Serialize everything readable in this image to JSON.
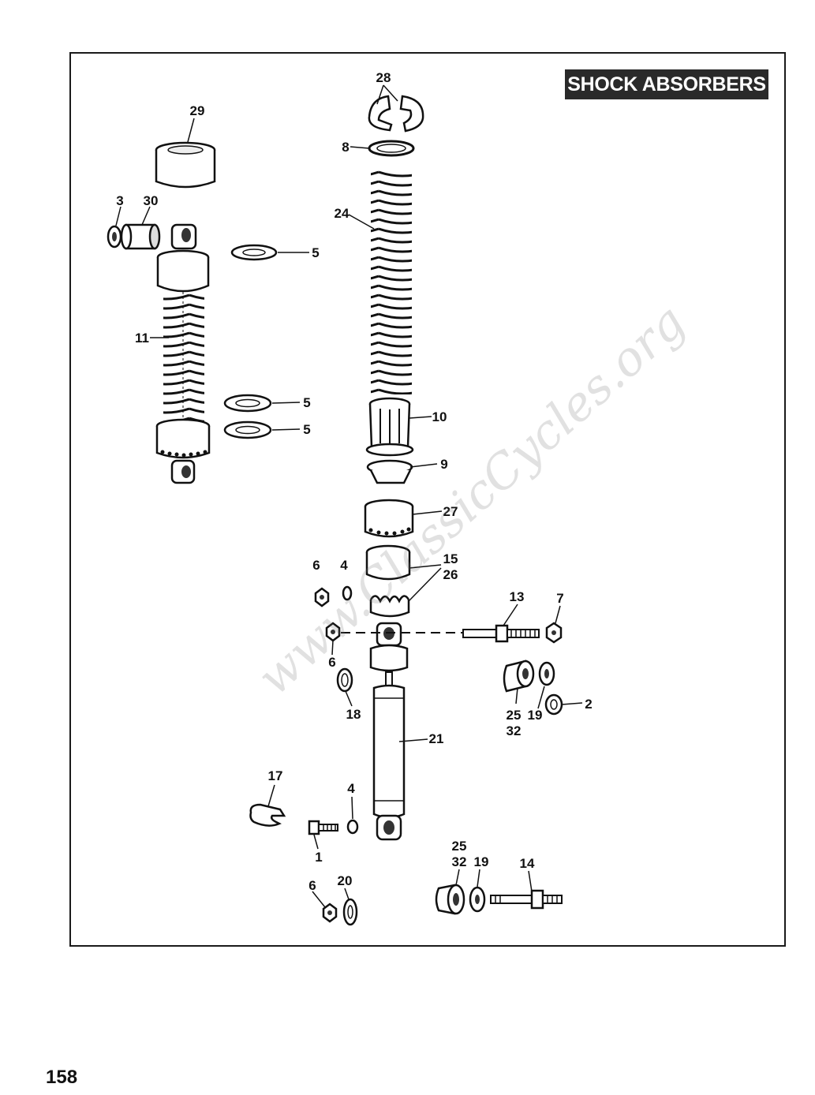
{
  "title": "SHOCK ABSORBERS",
  "page_number": "158",
  "watermark": "www.ClassicCycles.org",
  "callouts": [
    {
      "id": "c28",
      "text": "28"
    },
    {
      "id": "c29",
      "text": "29"
    },
    {
      "id": "c8",
      "text": "8"
    },
    {
      "id": "c24",
      "text": "24"
    },
    {
      "id": "c3",
      "text": "3"
    },
    {
      "id": "c30",
      "text": "30"
    },
    {
      "id": "c5a",
      "text": "5"
    },
    {
      "id": "c11",
      "text": "11"
    },
    {
      "id": "c5b",
      "text": "5"
    },
    {
      "id": "c5c",
      "text": "5"
    },
    {
      "id": "c10",
      "text": "10"
    },
    {
      "id": "c9",
      "text": "9"
    },
    {
      "id": "c27",
      "text": "27"
    },
    {
      "id": "c6a",
      "text": "6"
    },
    {
      "id": "c4a",
      "text": "4"
    },
    {
      "id": "c15",
      "text": "15"
    },
    {
      "id": "c26",
      "text": "26"
    },
    {
      "id": "c13",
      "text": "13"
    },
    {
      "id": "c7",
      "text": "7"
    },
    {
      "id": "c6b",
      "text": "6"
    },
    {
      "id": "c18",
      "text": "18"
    },
    {
      "id": "c25a",
      "text": "25"
    },
    {
      "id": "c32a",
      "text": "32"
    },
    {
      "id": "c19a",
      "text": "19"
    },
    {
      "id": "c2",
      "text": "2"
    },
    {
      "id": "c21",
      "text": "21"
    },
    {
      "id": "c17",
      "text": "17"
    },
    {
      "id": "c4b",
      "text": "4"
    },
    {
      "id": "c1",
      "text": "1"
    },
    {
      "id": "c25b",
      "text": "25"
    },
    {
      "id": "c32b",
      "text": "32"
    },
    {
      "id": "c19b",
      "text": "19"
    },
    {
      "id": "c14",
      "text": "14"
    },
    {
      "id": "c6c",
      "text": "6"
    },
    {
      "id": "c20",
      "text": "20"
    }
  ]
}
